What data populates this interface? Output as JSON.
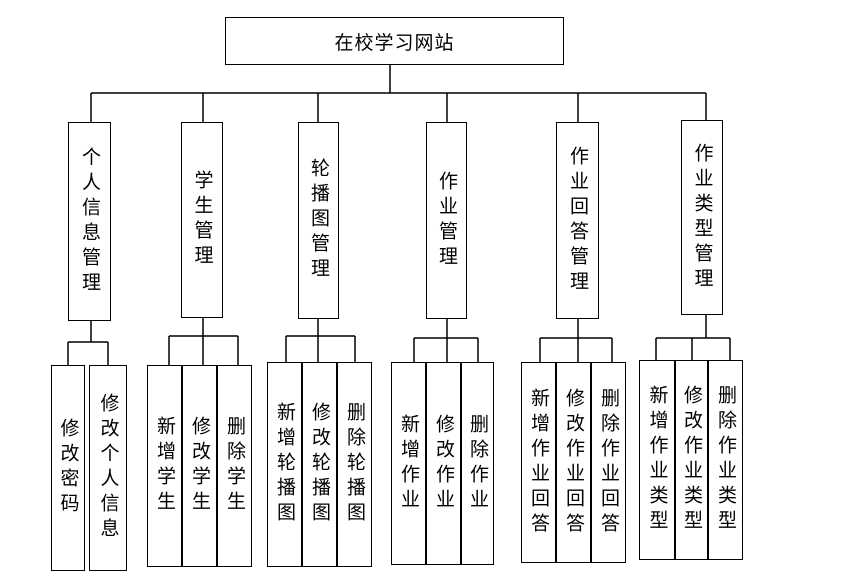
{
  "root": {
    "label": "在校学习网站"
  },
  "modules": [
    {
      "label": "个人信息管理",
      "children": [
        "修改密码",
        "修改个人信息"
      ]
    },
    {
      "label": "学生管理",
      "children": [
        "新增学生",
        "修改学生",
        "删除学生"
      ]
    },
    {
      "label": "轮播图管理",
      "children": [
        "新增轮播图",
        "修改轮播图",
        "删除轮播图"
      ]
    },
    {
      "label": "作业管理",
      "children": [
        "新增作业",
        "修改作业",
        "删除作业"
      ]
    },
    {
      "label": "作业回答管理",
      "children": [
        "新增作业回答",
        "修改作业回答",
        "删除作业回答"
      ]
    },
    {
      "label": "作业类型管理",
      "children": [
        "新增作业类型",
        "修改作业类型",
        "删除作业类型"
      ]
    }
  ]
}
